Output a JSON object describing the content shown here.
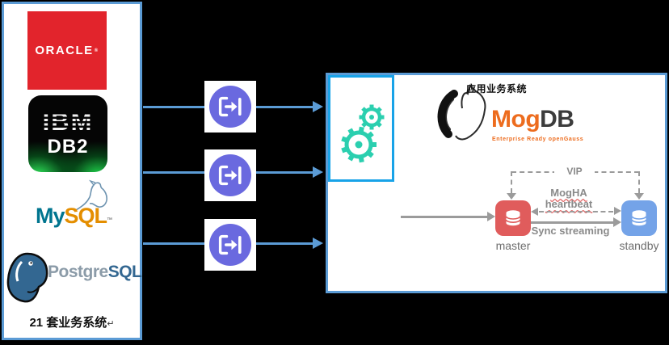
{
  "colors": {
    "background": "#000000",
    "panel_border_blue": "#5B9BD5",
    "arrow_blue": "#5B9BD5",
    "connector_purple": "#6A69DF",
    "app_box_border": "#18A3E8",
    "gear_teal": "#2BCFAF",
    "master_red": "#E05C5C",
    "standby_blue": "#74A3E8",
    "mogdb_orange": "#ED6C1E",
    "gray_connector": "#9B9B9B",
    "oracle_red": "#E2242C",
    "mysql_blue": "#00758F",
    "mysql_orange": "#E48E00",
    "postgres_blue": "#336791"
  },
  "source_panel": {
    "oracle": {
      "label": "ORACLE",
      "reg_mark": "®"
    },
    "ibm_db2": {
      "ibm": "IBM",
      "db2": "DB2"
    },
    "mysql": {
      "my": "My",
      "sql": "SQL",
      "tm": "™"
    },
    "postgresql": {
      "postgre": "Postgre",
      "sql": "SQL"
    },
    "caption": "21 套业务系统",
    "caption_return_mark": "↵"
  },
  "connectors": {
    "count": 3,
    "icon": "database-migration-icon"
  },
  "target_panel": {
    "mogdb_logo": {
      "mog": "Mog",
      "db": "DB",
      "subtitle": "Enterprise Ready openGauss"
    },
    "app_box": {
      "label": "应用业务系统"
    },
    "cluster": {
      "vip_label": "VIP",
      "mogha_line1": "MogHA",
      "mogha_line2": "heartbeat",
      "sync_label": "Sync streaming",
      "master_label": "master",
      "standby_label": "standby"
    }
  }
}
